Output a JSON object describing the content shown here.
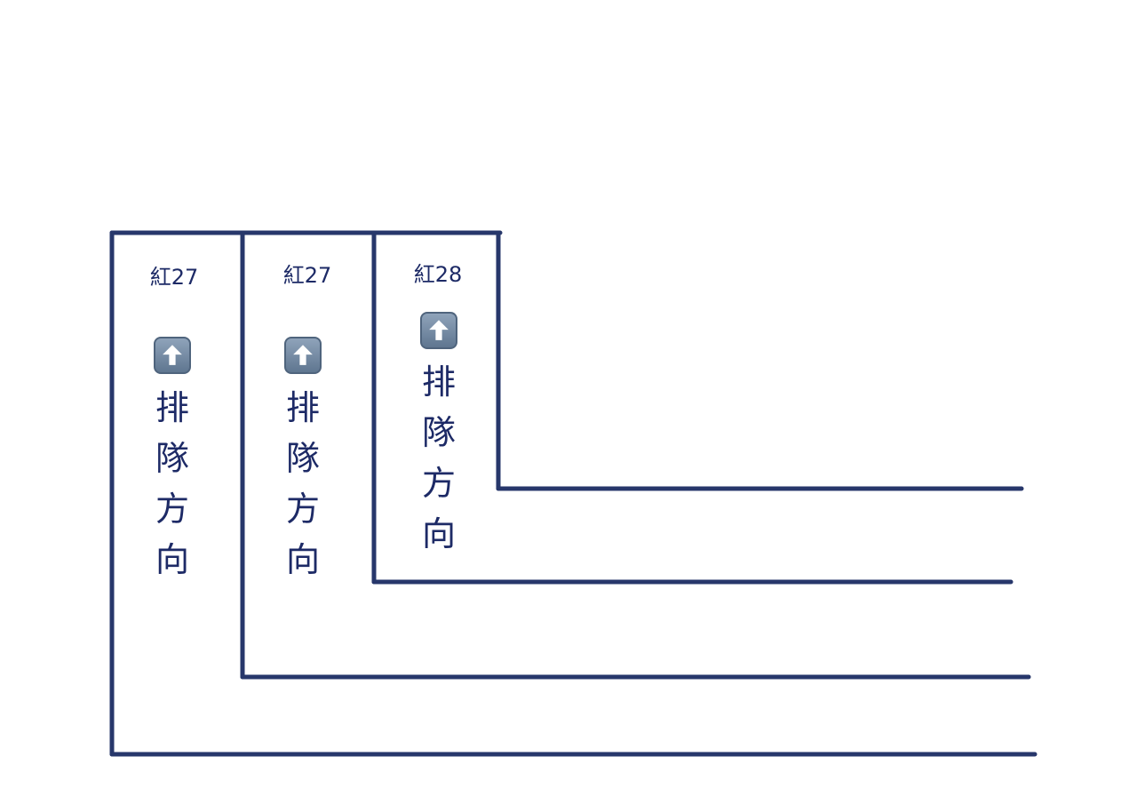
{
  "colors": {
    "line": "#27376B",
    "text": "#1D2A66",
    "arrow_bg_top": "#8FA3BA",
    "arrow_bg_bottom": "#5F7690",
    "arrow_border": "#4F647D",
    "arrow_fill": "#ffffff"
  },
  "lanes": [
    {
      "route_label": "紅27",
      "icon": "up-arrow-icon",
      "direction_text": "排\n隊\n方\n向"
    },
    {
      "route_label": "紅27",
      "icon": "up-arrow-icon",
      "direction_text": "排\n隊\n方\n向"
    },
    {
      "route_label": "紅28",
      "icon": "up-arrow-icon",
      "direction_text": "排\n隊\n方\n向"
    }
  ]
}
